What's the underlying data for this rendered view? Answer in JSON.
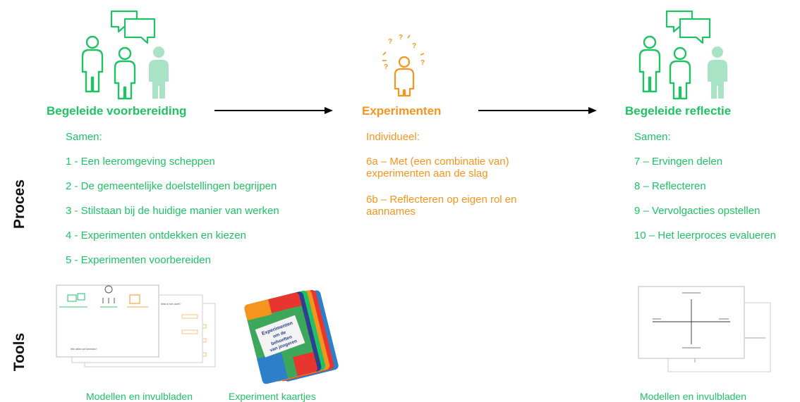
{
  "labels": {
    "process": "Proces",
    "tools": "Tools"
  },
  "phases": [
    {
      "title": "Begeleide voorbereiding",
      "mode": "Samen:",
      "steps": [
        "1 - Een leeromgeving scheppen",
        "2 - De gemeentelijke doelstellingen begrijpen",
        "3 - Stilstaan bij de huidige manier van werken",
        "4 - Experimenten ontdekken en kiezen",
        "5 - Experimenten voorbereiden"
      ],
      "color": "#1fc264"
    },
    {
      "title": "Experimenten",
      "mode": "Individueel:",
      "steps": [
        "6a – Met (een combinatie van) experimenten aan de slag",
        "6b – Reflecteren op eigen rol en aannames"
      ],
      "color": "#f7941d"
    },
    {
      "title": "Begeleide reflectie",
      "mode": "Samen:",
      "steps": [
        "7 – Ervingen delen",
        "8 – Reflecteren",
        "9 – Vervolgacties opstellen",
        "10 – Het leerproces evalueren"
      ],
      "color": "#1fc264"
    }
  ],
  "tools": {
    "left_caption": "Modellen en invulbladen",
    "cards_caption": "Experiment kaartjes",
    "card_text": "Experimenten om de behoeften van jongeren te begrijpen",
    "worksheet_footer": "Wie willen we bereiken?",
    "worksheet_question": "Wat is het doel?",
    "right_caption": "Modellen en invulbladen"
  },
  "colors": {
    "green": "#1fc264",
    "light_green": "#a8e3c6",
    "orange": "#f7941d"
  }
}
